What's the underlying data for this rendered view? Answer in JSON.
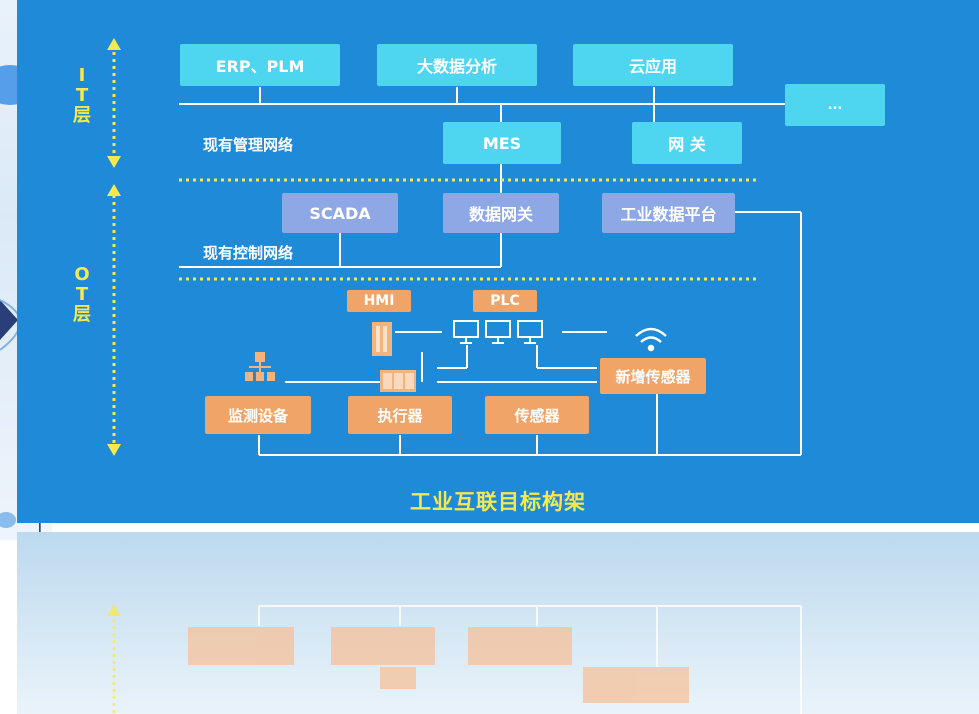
{
  "title": "工业互联目标构架",
  "layers": {
    "it": "I\nT\n层",
    "ot": "O\nT\n层"
  },
  "networks": {
    "management": "现有管理网络",
    "control": "现有控制网络"
  },
  "it_boxes": {
    "erp": "ERP、PLM",
    "bigdata": "大数据分析",
    "cloud": "云应用",
    "more": "...",
    "mes": "MES",
    "gateway": "网 关"
  },
  "ot_upper_boxes": {
    "scada": "SCADA",
    "data_gateway": "数据网关",
    "platform": "工业数据平台"
  },
  "ot_devices": {
    "hmi": "HMI",
    "plc": "PLC",
    "new_sensor": "新增传感器",
    "monitor": "监测设备",
    "actuator": "执行器",
    "sensor": "传感器"
  },
  "colors": {
    "background": "#1f8ad8",
    "it_box": "#4ed5f0",
    "scada_box": "#8ea8e6",
    "ot_box": "#f0a467",
    "accent_yellow": "#f6e94d"
  }
}
